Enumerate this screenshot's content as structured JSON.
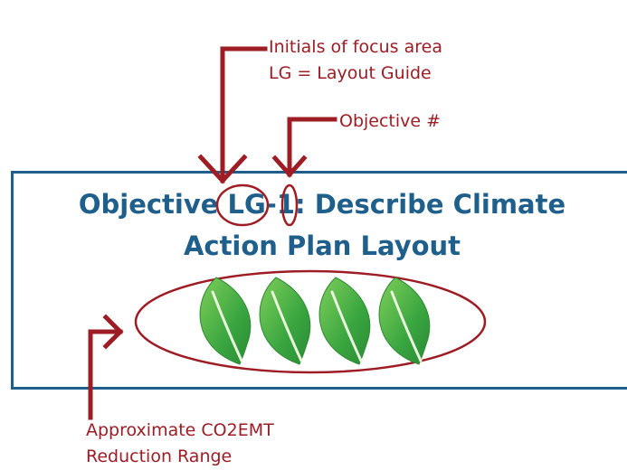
{
  "annotations": {
    "focus_area": {
      "line1": "Initials of focus area",
      "line2": "LG = Layout Guide"
    },
    "objective_number": "Objective #",
    "reduction_range": {
      "line1": "Approximate CO2EMT",
      "line2": "Reduction Range"
    }
  },
  "objective": {
    "line1": "Objective LG-1: Describe Climate",
    "line2": "Action Plan Layout",
    "leaf_count": 4
  },
  "colors": {
    "annotation": "#9e1c24",
    "title": "#1f5f8b",
    "leaf": "#3aa640"
  },
  "icons": {
    "leaf": "leaf-icon",
    "arrow": "arrow-pointer"
  }
}
